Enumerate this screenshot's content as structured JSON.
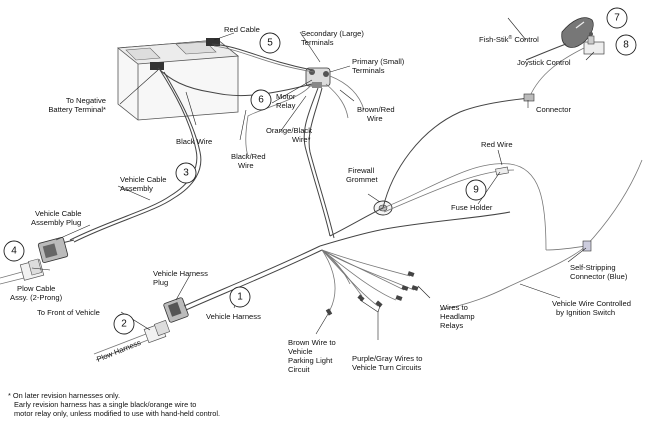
{
  "callouts": [
    "1",
    "2",
    "3",
    "4",
    "5",
    "6",
    "7",
    "8",
    "9"
  ],
  "labels": {
    "red_cable": "Red Cable",
    "secondary_terminals_1": "Secondary (Large)",
    "secondary_terminals_2": "Terminals",
    "primary_terminals_1": "Primary (Small)",
    "primary_terminals_2": "Terminals",
    "neg_terminal_1": "To Negative",
    "neg_terminal_2": "Battery Terminal*",
    "motor_relay_1": "Motor",
    "motor_relay_2": "Relay",
    "black_wire": "Black Wire",
    "black_red_wire_1": "Black/Red",
    "black_red_wire_2": "Wire",
    "orange_black_1": "Orange/Black",
    "orange_black_2": "Wire*",
    "brown_red_1": "Brown/Red",
    "brown_red_2": "Wire",
    "fish_stik_main": "Fish-Stik",
    "fish_stik_sup": "®",
    "fish_stik_end": " Control",
    "joystick": "Joystick Control",
    "connector": "Connector",
    "red_wire": "Red Wire",
    "firewall_1": "Firewall",
    "firewall_2": "Grommet",
    "fuse_holder": "Fuse Holder",
    "vehicle_cable_assy_1": "Vehicle Cable",
    "vehicle_cable_assy_2": "Assembly",
    "vehicle_cable_plug_1": "Vehicle Cable",
    "vehicle_cable_plug_2": "Assembly Plug",
    "self_strip_1": "Self-Stripping",
    "self_strip_2": "Connector (Blue)",
    "plow_cable_1": "Plow Cable",
    "plow_cable_2": "Assy. (2-Prong)",
    "vehicle_harness_plug_1": "Vehicle Harness",
    "vehicle_harness_plug_2": "Plug",
    "vehicle_harness": "Vehicle Harness",
    "front_of_vehicle": "To Front of Vehicle",
    "plow_harness": "Plow Harness",
    "wires_headlamp_1": "Wires to",
    "wires_headlamp_2": "Headlamp",
    "wires_headlamp_3": "Relays",
    "vehicle_wire_1": "Vehicle Wire Controlled",
    "vehicle_wire_2": "by Ignition Switch",
    "brown_wire_1": "Brown Wire to",
    "brown_wire_2": "Vehicle",
    "brown_wire_3": "Parking Light",
    "brown_wire_4": "Circuit",
    "purple_gray_1": "Purple/Gray Wires to",
    "purple_gray_2": "Vehicle Turn Circuits"
  },
  "footnote": {
    "line1": "* On later revision harnesses only.",
    "line2": "Early revision harness has a single black/orange wire to",
    "line3": "motor relay only, unless modified to use with hand-held control."
  }
}
